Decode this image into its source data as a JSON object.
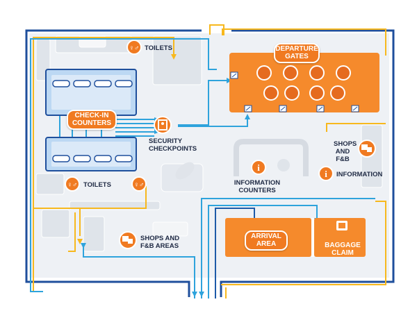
{
  "colors": {
    "background": "#eef1f5",
    "wall": "#1f4f9c",
    "path_blue": "#2ea3dc",
    "path_dark": "#1d5aa8",
    "path_yellow": "#f7b81d",
    "orange": "#f58a2c",
    "orange_dark": "#e56b1f",
    "counter_blue": "#bcd8f3"
  },
  "labels": {
    "departure_line1": "DEPARTURE",
    "departure_line2": "GATES",
    "checkin_line1": "CHECK-IN",
    "checkin_line2": "COUNTERS",
    "arrival_line1": "ARRIVAL",
    "arrival_line2": "AREA",
    "baggage_line1": "BAGGAGE",
    "baggage_line2": "CLAIM",
    "toilets_top": "TOILETS",
    "toilets_mid": "TOILETS",
    "security_line1": "SECURITY",
    "security_line2": "CHECKPOINTS",
    "info_counters_line1": "INFORMATION",
    "info_counters_line2": "COUNTERS",
    "information_right": "INFORMATION",
    "shops_right_line1": "SHOPS",
    "shops_right_line2": "AND",
    "shops_right_line3": "F&B",
    "shops_bottom_line1": "SHOPS AND",
    "shops_bottom_line2": "F&B AREAS"
  },
  "icons": {
    "toilet": "toilet-icon",
    "security": "security-scanner-icon",
    "information": "information-icon",
    "shop": "shop-icon",
    "baggage": "baggage-icon",
    "gate": "departure-gate-icon"
  }
}
